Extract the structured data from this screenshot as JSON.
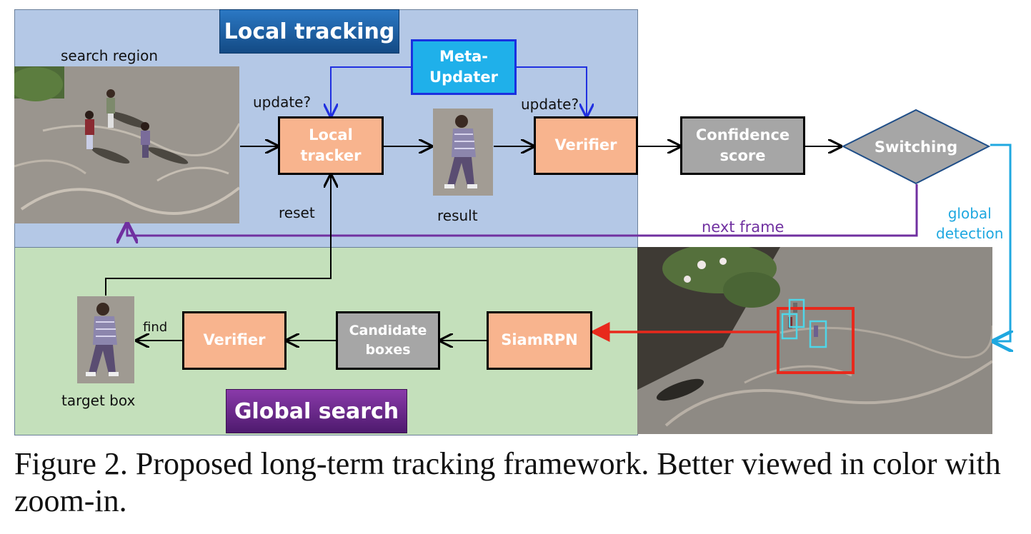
{
  "regions": {
    "local_title": "Local tracking",
    "global_title": "Global search"
  },
  "nodes": {
    "meta_updater": "Meta-\nUpdater",
    "local_tracker": "Local\ntracker",
    "verifier_top": "Verifier",
    "confidence": "Confidence\nscore",
    "switching": "Switching",
    "siamrpn": "SiamRPN",
    "candidate": "Candidate\nboxes",
    "verifier_bottom": "Verifier"
  },
  "labels": {
    "search_region": "search region",
    "update_left": "update?",
    "update_right": "update?",
    "reset": "reset",
    "result": "result",
    "next_frame": "next frame",
    "global_detection": "global\ndetection",
    "find": "find",
    "target_box": "target box"
  },
  "caption": "Figure 2. Proposed long-term tracking framework. Better viewed in color with zoom-in.",
  "colors": {
    "local_bg": "#b4c8e6",
    "global_bg": "#c4e0bb",
    "local_title_bg": "#1f5f9e",
    "global_title_bg": "#6a2a8a",
    "meta_bg": "#1fb0ea",
    "next_frame": "#7030a0",
    "global_detection": "#1fa8e0",
    "red_arrow": "#e8291c"
  }
}
